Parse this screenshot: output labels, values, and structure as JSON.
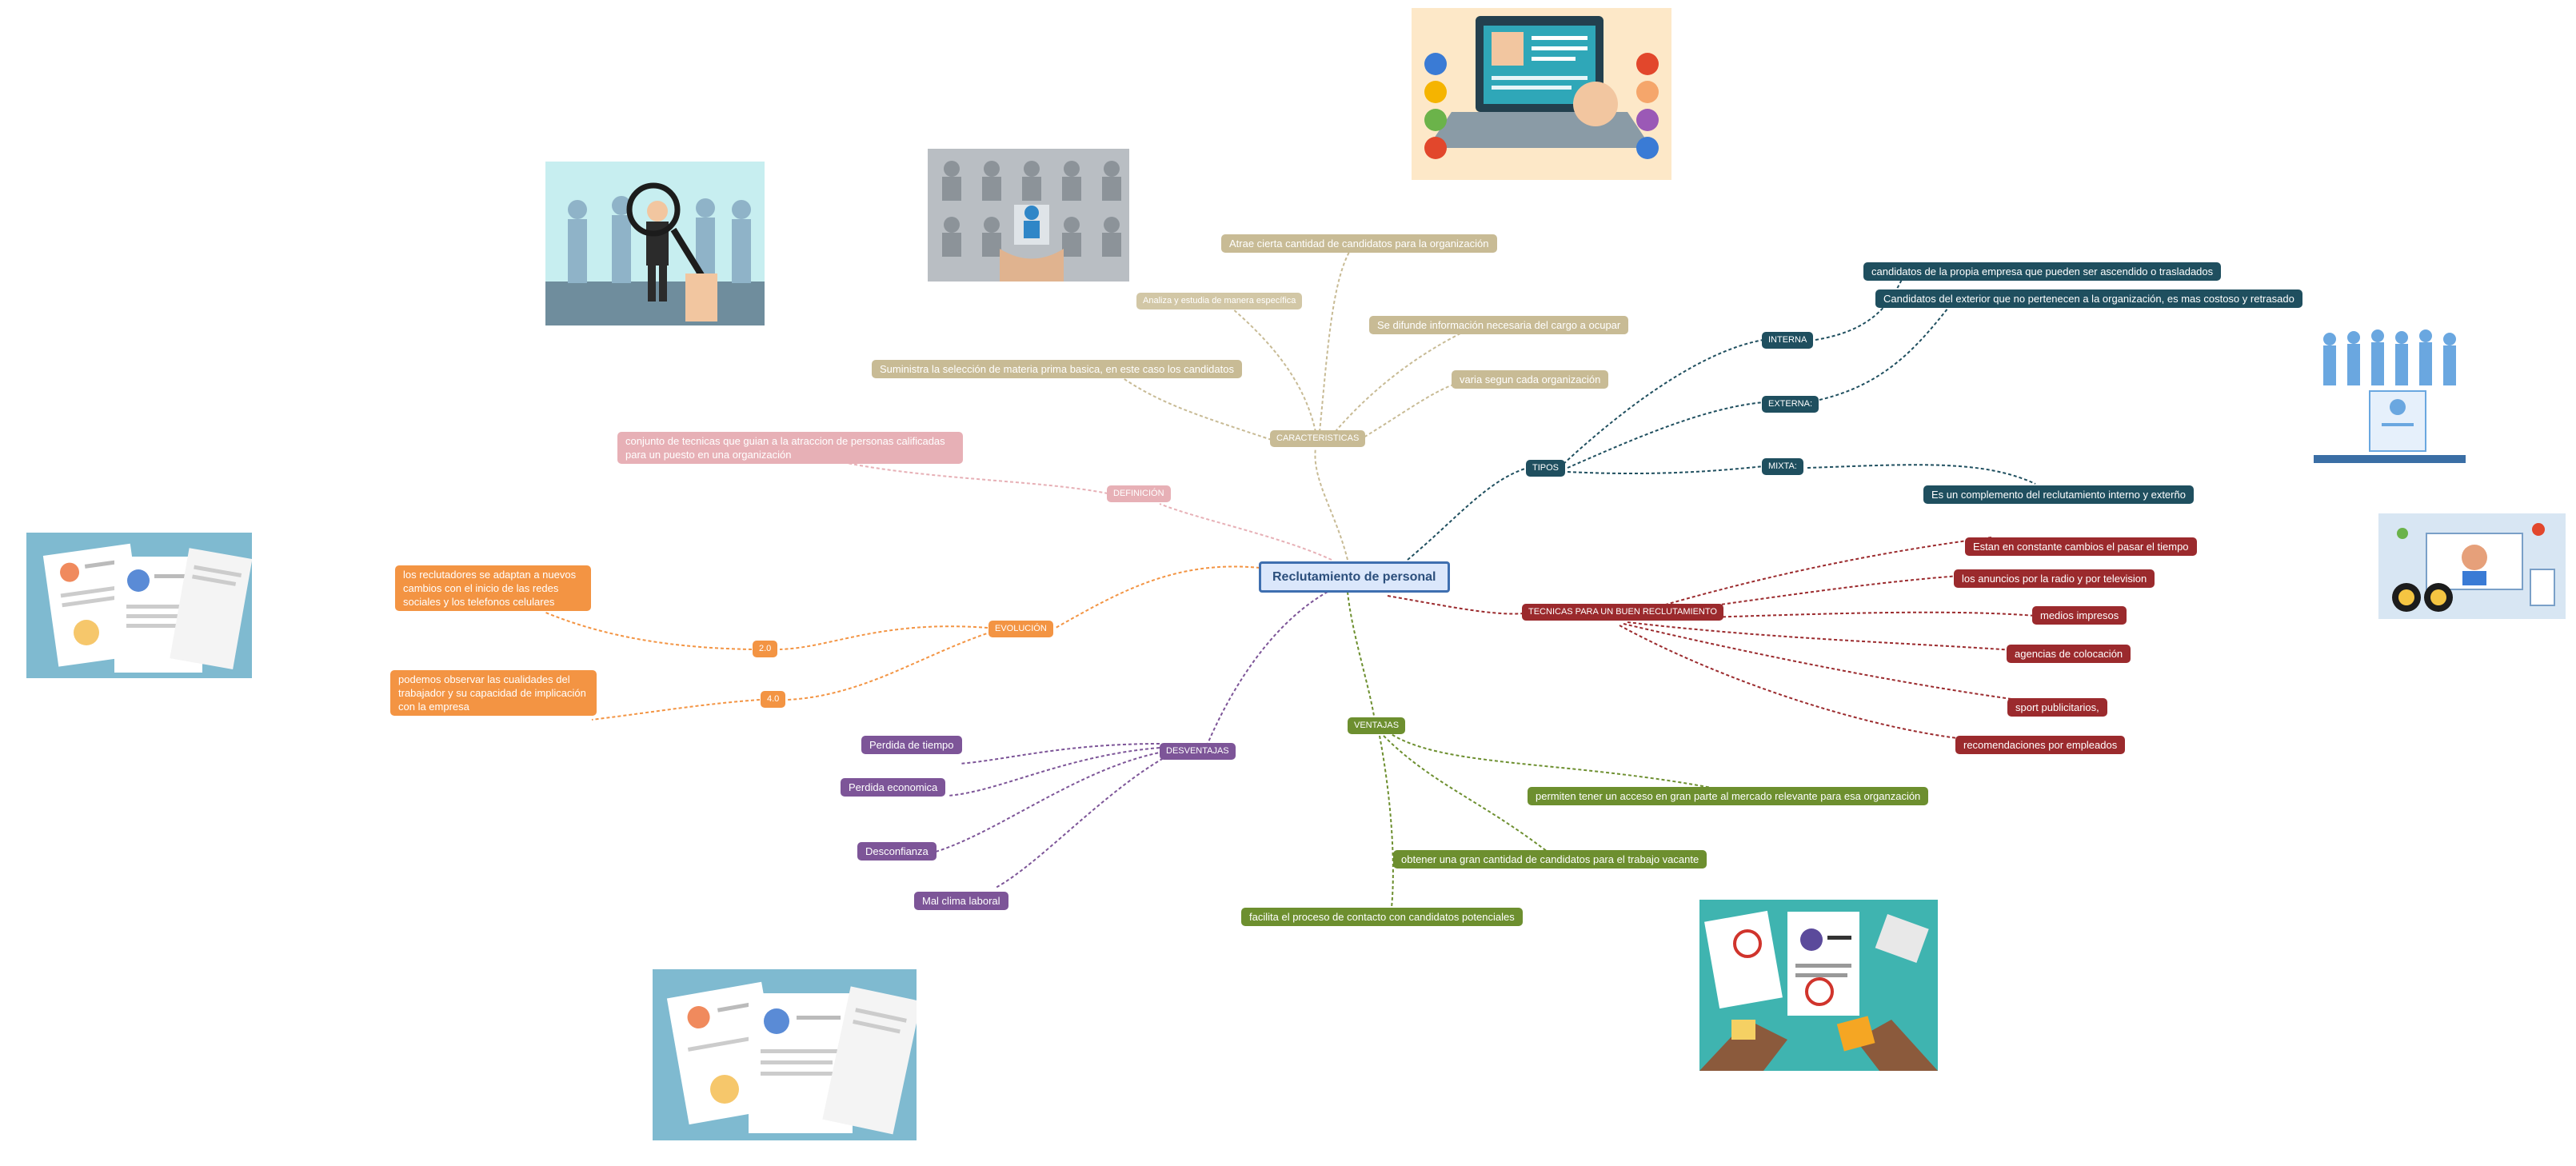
{
  "root": {
    "label": "Reclutamiento de personal"
  },
  "caracteristicas": {
    "label": "CARACTERISTICAS",
    "items": [
      "Atrae cierta cantidad de candidatos para la organización",
      "Analiza y estudia de manera específica",
      "Se difunde información necesaria del cargo a ocupar",
      "Suministra la selección de materia prima basica, en este caso los candidatos",
      "varia segun cada organización"
    ]
  },
  "definicion": {
    "label": "DEFINICIÓN",
    "text": "conjunto de tecnicas que guian a la atraccion de personas calificadas para un puesto en una organización"
  },
  "evolucion": {
    "label": "EVOLUCIÓN",
    "v20": {
      "label": "2.0",
      "text": "los reclutadores se adaptan a nuevos cambios con el inicio de las redes sociales y los telefonos celulares"
    },
    "v40": {
      "label": "4.0",
      "text": "podemos observar las cualidades del trabajador y su capacidad de implicación con la empresa"
    }
  },
  "desventajas": {
    "label": "DESVENTAJAS",
    "items": [
      "Perdida de tiempo",
      "Perdida economica",
      "Desconfianza",
      "Mal clima laboral"
    ]
  },
  "ventajas": {
    "label": "VENTAJAS",
    "items": [
      "permiten tener un acceso en gran parte al mercado relevante para esa organzación",
      "obtener una gran cantidad de candidatos para el trabajo vacante",
      "facilita el proceso de contacto con candidatos potenciales"
    ]
  },
  "tipos": {
    "label": "TIPOS",
    "interna": {
      "label": "INTERNA",
      "text": "candidatos de la propia empresa que pueden ser ascendido o trasladados"
    },
    "externa": {
      "label": "EXTERNA:",
      "text": "Candidatos del exterior que no pertenecen a la organización, es mas costoso y retrasado"
    },
    "mixta": {
      "label": "MIXTA:",
      "text": "Es un complemento del reclutamiento interno y exterño"
    }
  },
  "tecnicas": {
    "label": "TECNICAS PARA UN BUEN RECLUTAMIENTO",
    "items": [
      "Estan en constante cambios el pasar el tiempo",
      "los anuncios por la radio y por television",
      "medios impresos",
      "agencias de colocación",
      "sport publicitarios,",
      "recomendaciones por empleados"
    ]
  },
  "colors": {
    "root_border": "#3f6fb0",
    "caracteristicas": "#c8bb95",
    "definicion": "#e7b0b6",
    "evolucion": "#f39443",
    "desventajas": "#7d5598",
    "ventajas": "#6d8f2f",
    "tipos": "#1f4f5f",
    "tecnicas": "#9b2a2d"
  }
}
